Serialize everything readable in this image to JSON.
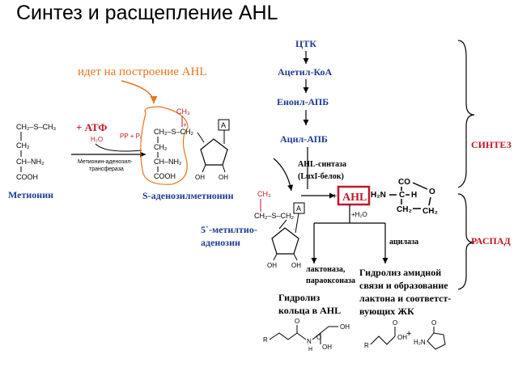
{
  "title": "Синтез и расщепление AHL",
  "left": {
    "annotation": "идет на построение AHL",
    "atp": "+ АТФ",
    "h2o": "H₂O",
    "ppi": "PP + Pᵢ",
    "enzyme_line1": "Метионин-аденозил-",
    "enzyme_line2": "трансфераза",
    "methionine": "Метионин",
    "sam": "S-аденозилметионин",
    "mta_line1": "5`-метилтио-",
    "mta_line2": "аденозин",
    "met_struct": [
      "CH₂–S–CH₃",
      "CH₂",
      "CH–NH₂",
      "COOH"
    ],
    "sam_struct": [
      "CH₃",
      "CH₂–S–CH₂",
      "CH₂",
      "CH–NH₂",
      "COOH"
    ],
    "ribose": [
      "OH",
      "OH"
    ],
    "adenine": "A",
    "plus_mark": "+"
  },
  "pathway": {
    "tca": "ЦТК",
    "acetyl": "Ацетил-КоА",
    "enoyl": "Еноил-АПБ",
    "acyl": "Ацил-АПБ",
    "synthase_line1": "AHL-синтаза",
    "synthase_line2": "(LuxI-белок)",
    "plus": "+",
    "ahl": "AHL",
    "water": "+H₂O",
    "acylase": "ацилаза",
    "lactonase_line1": "лактоназа,",
    "lactonase_line2": "параоксоназа",
    "hydro_ring_line1": "Гидролиз",
    "hydro_ring_line2": "кольца в AHL",
    "hydro_amide_line1": "Гидролиз амидной",
    "hydro_amide_line2": "связи и образование",
    "hydro_amide_line3": "лактона и соответст-",
    "hydro_amide_line4": "вующих ЖК"
  },
  "hsl_struct": {
    "co": "CO",
    "o": "O",
    "h2n": "H₂N",
    "c": "C",
    "h": "H",
    "ch2a": "CH₂",
    "ch2b": "CH₂"
  },
  "products": {
    "r1": "R",
    "o1": "O",
    "oh1": "OH",
    "n1": "N",
    "h1": "H",
    "oh2": "OH",
    "o2": "O",
    "r2": "R",
    "oh3": "OH",
    "o3": "O",
    "plus": "+",
    "h2n": "H₂N",
    "o4": "O"
  },
  "brackets": {
    "synthesis": "СИНТЕЗ",
    "decay": "РАСПАД"
  },
  "colors": {
    "blue": "#1f3a93",
    "red": "#c0182a",
    "orange": "#e8741c"
  }
}
